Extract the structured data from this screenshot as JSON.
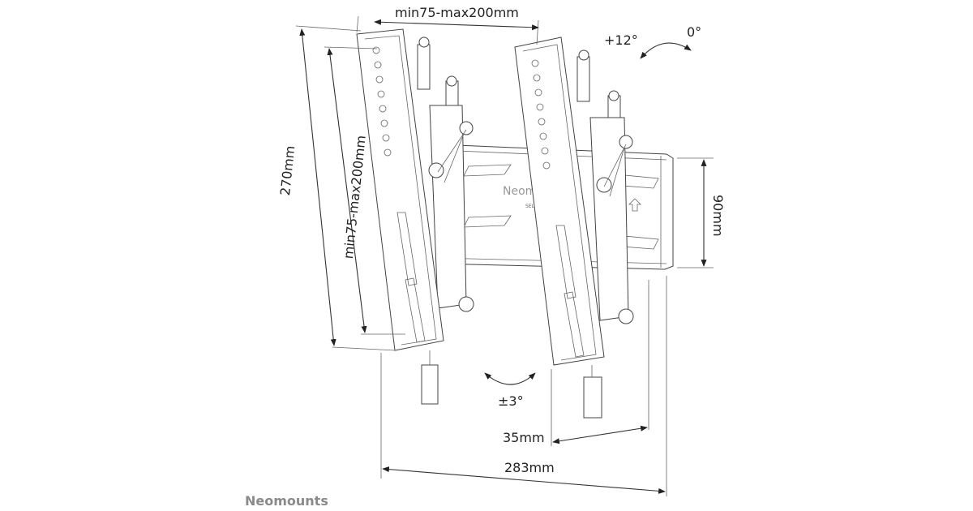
{
  "dimensions": {
    "top_width": "min75-max200mm",
    "left_height": "270mm",
    "left_inner_height": "min75-max200mm",
    "plate_height": "90mm",
    "tilt": "+12°",
    "tilt_zero": "0°",
    "swivel": "±3°",
    "depth_arm": "35mm",
    "total_width": "283mm"
  },
  "plate_logo": "Neom",
  "plate_sublogo": "SELE",
  "brand": "Neomounts"
}
